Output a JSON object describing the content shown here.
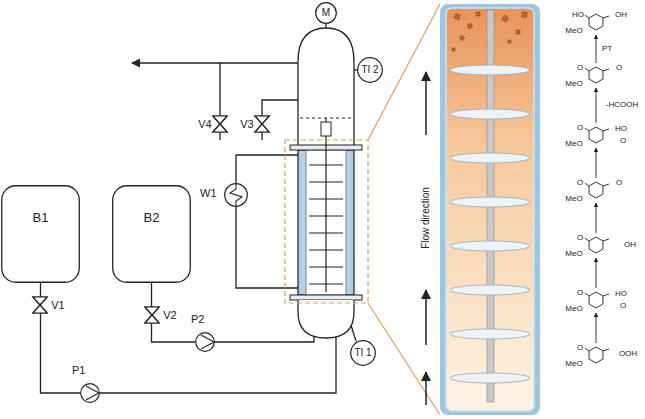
{
  "diagram": {
    "nodes": [
      {
        "text": [
          "B1"
        ]
      },
      {
        "text": [
          "B2"
        ]
      },
      {
        "text": [
          "M"
        ]
      },
      {
        "text": [
          "TI 2"
        ]
      },
      {
        "text": [
          "W1"
        ]
      },
      {
        "text": [
          "TI 1"
        ]
      },
      {
        "text": [
          "P2"
        ]
      },
      {
        "text": [
          "P1"
        ]
      }
    ],
    "edges": [
      {
        "from": 0,
        "to": 7,
        "arrow": "none"
      },
      {
        "from": 1,
        "to": 6,
        "arrow": "none"
      }
    ],
    "labels": [
      "V4",
      "V3",
      "V1",
      "V2",
      "Flow direction",
      "HO",
      "OH",
      "MeO",
      "PT",
      "O",
      "O",
      "MeO",
      "-HCOOH",
      "O",
      "MeO",
      "HO",
      "O",
      "O",
      "MeO",
      "O",
      "O",
      "MeO",
      "OH",
      "O",
      "MeO",
      "HO",
      "O",
      "O",
      "MeO",
      "OOH"
    ]
  }
}
